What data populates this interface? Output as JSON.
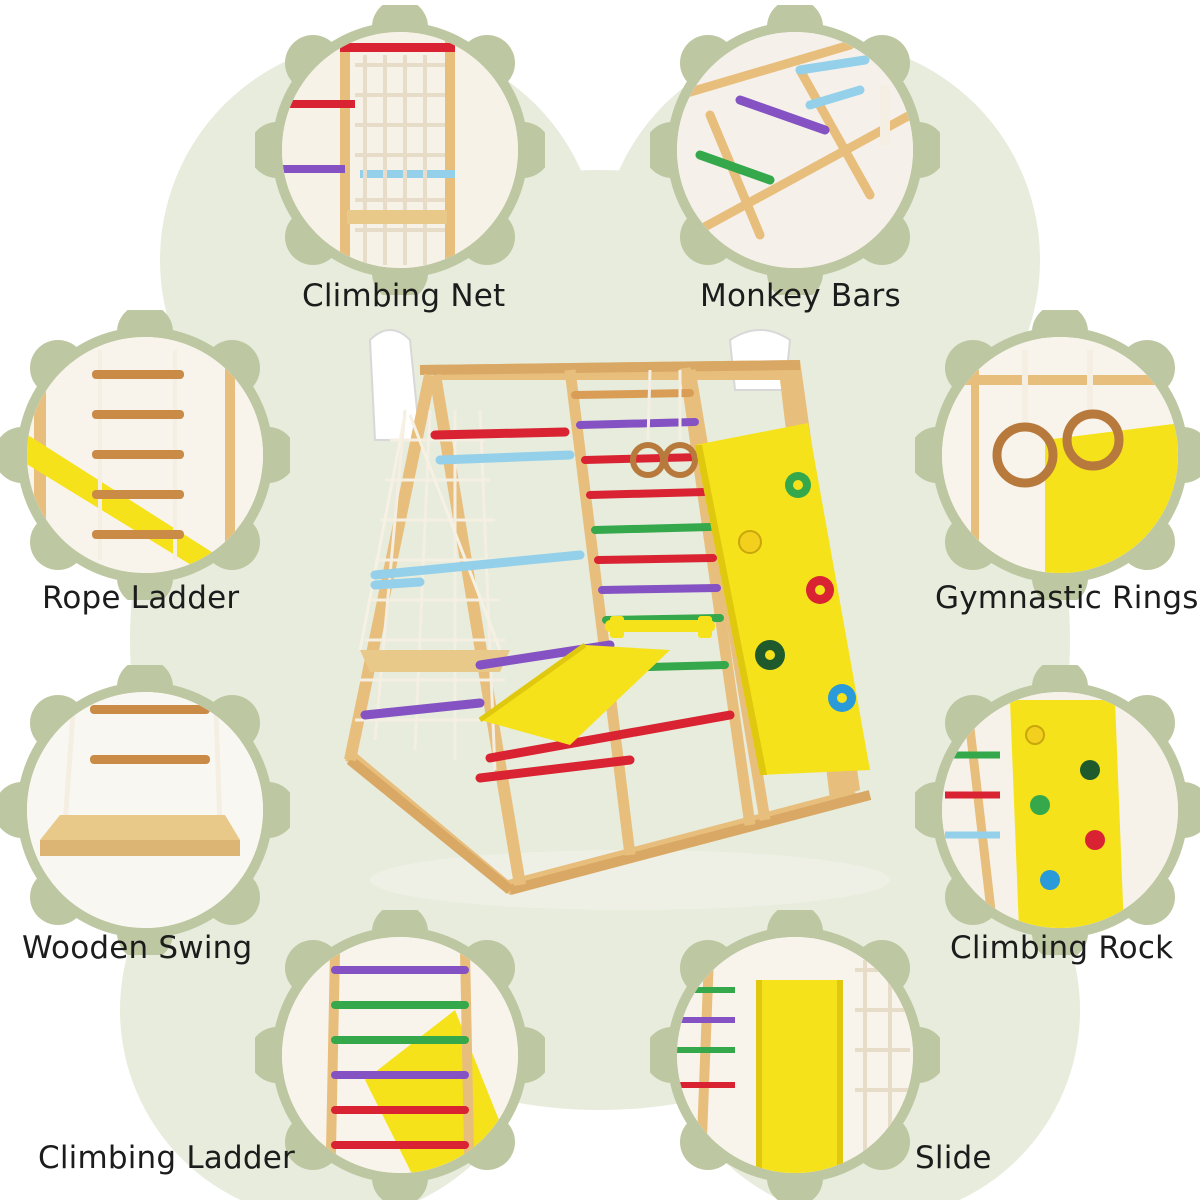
{
  "palette": {
    "background_blob": "#e7ecdc",
    "badge_ring": "#bdc7a1",
    "wood": "#e8be7c",
    "wood_dark": "#c9954f",
    "yellow_panel": "#f6e21a",
    "red": "#d92332",
    "sky": "#94d0ea",
    "purple": "#8552c4",
    "green": "#34a84b",
    "rope": "#f4efe2"
  },
  "features": [
    {
      "id": "climbing-net",
      "label": "Climbing Net"
    },
    {
      "id": "monkey-bars",
      "label": "Monkey Bars"
    },
    {
      "id": "rope-ladder",
      "label": "Rope Ladder"
    },
    {
      "id": "gymnastic-rings",
      "label": "Gymnastic Rings"
    },
    {
      "id": "wooden-swing",
      "label": "Wooden Swing"
    },
    {
      "id": "climbing-rock",
      "label": "Climbing Rock"
    },
    {
      "id": "climbing-ladder",
      "label": "Climbing Ladder"
    },
    {
      "id": "slide",
      "label": "Slide"
    }
  ],
  "icons": [
    "scalloped-badge",
    "product-illustration"
  ]
}
